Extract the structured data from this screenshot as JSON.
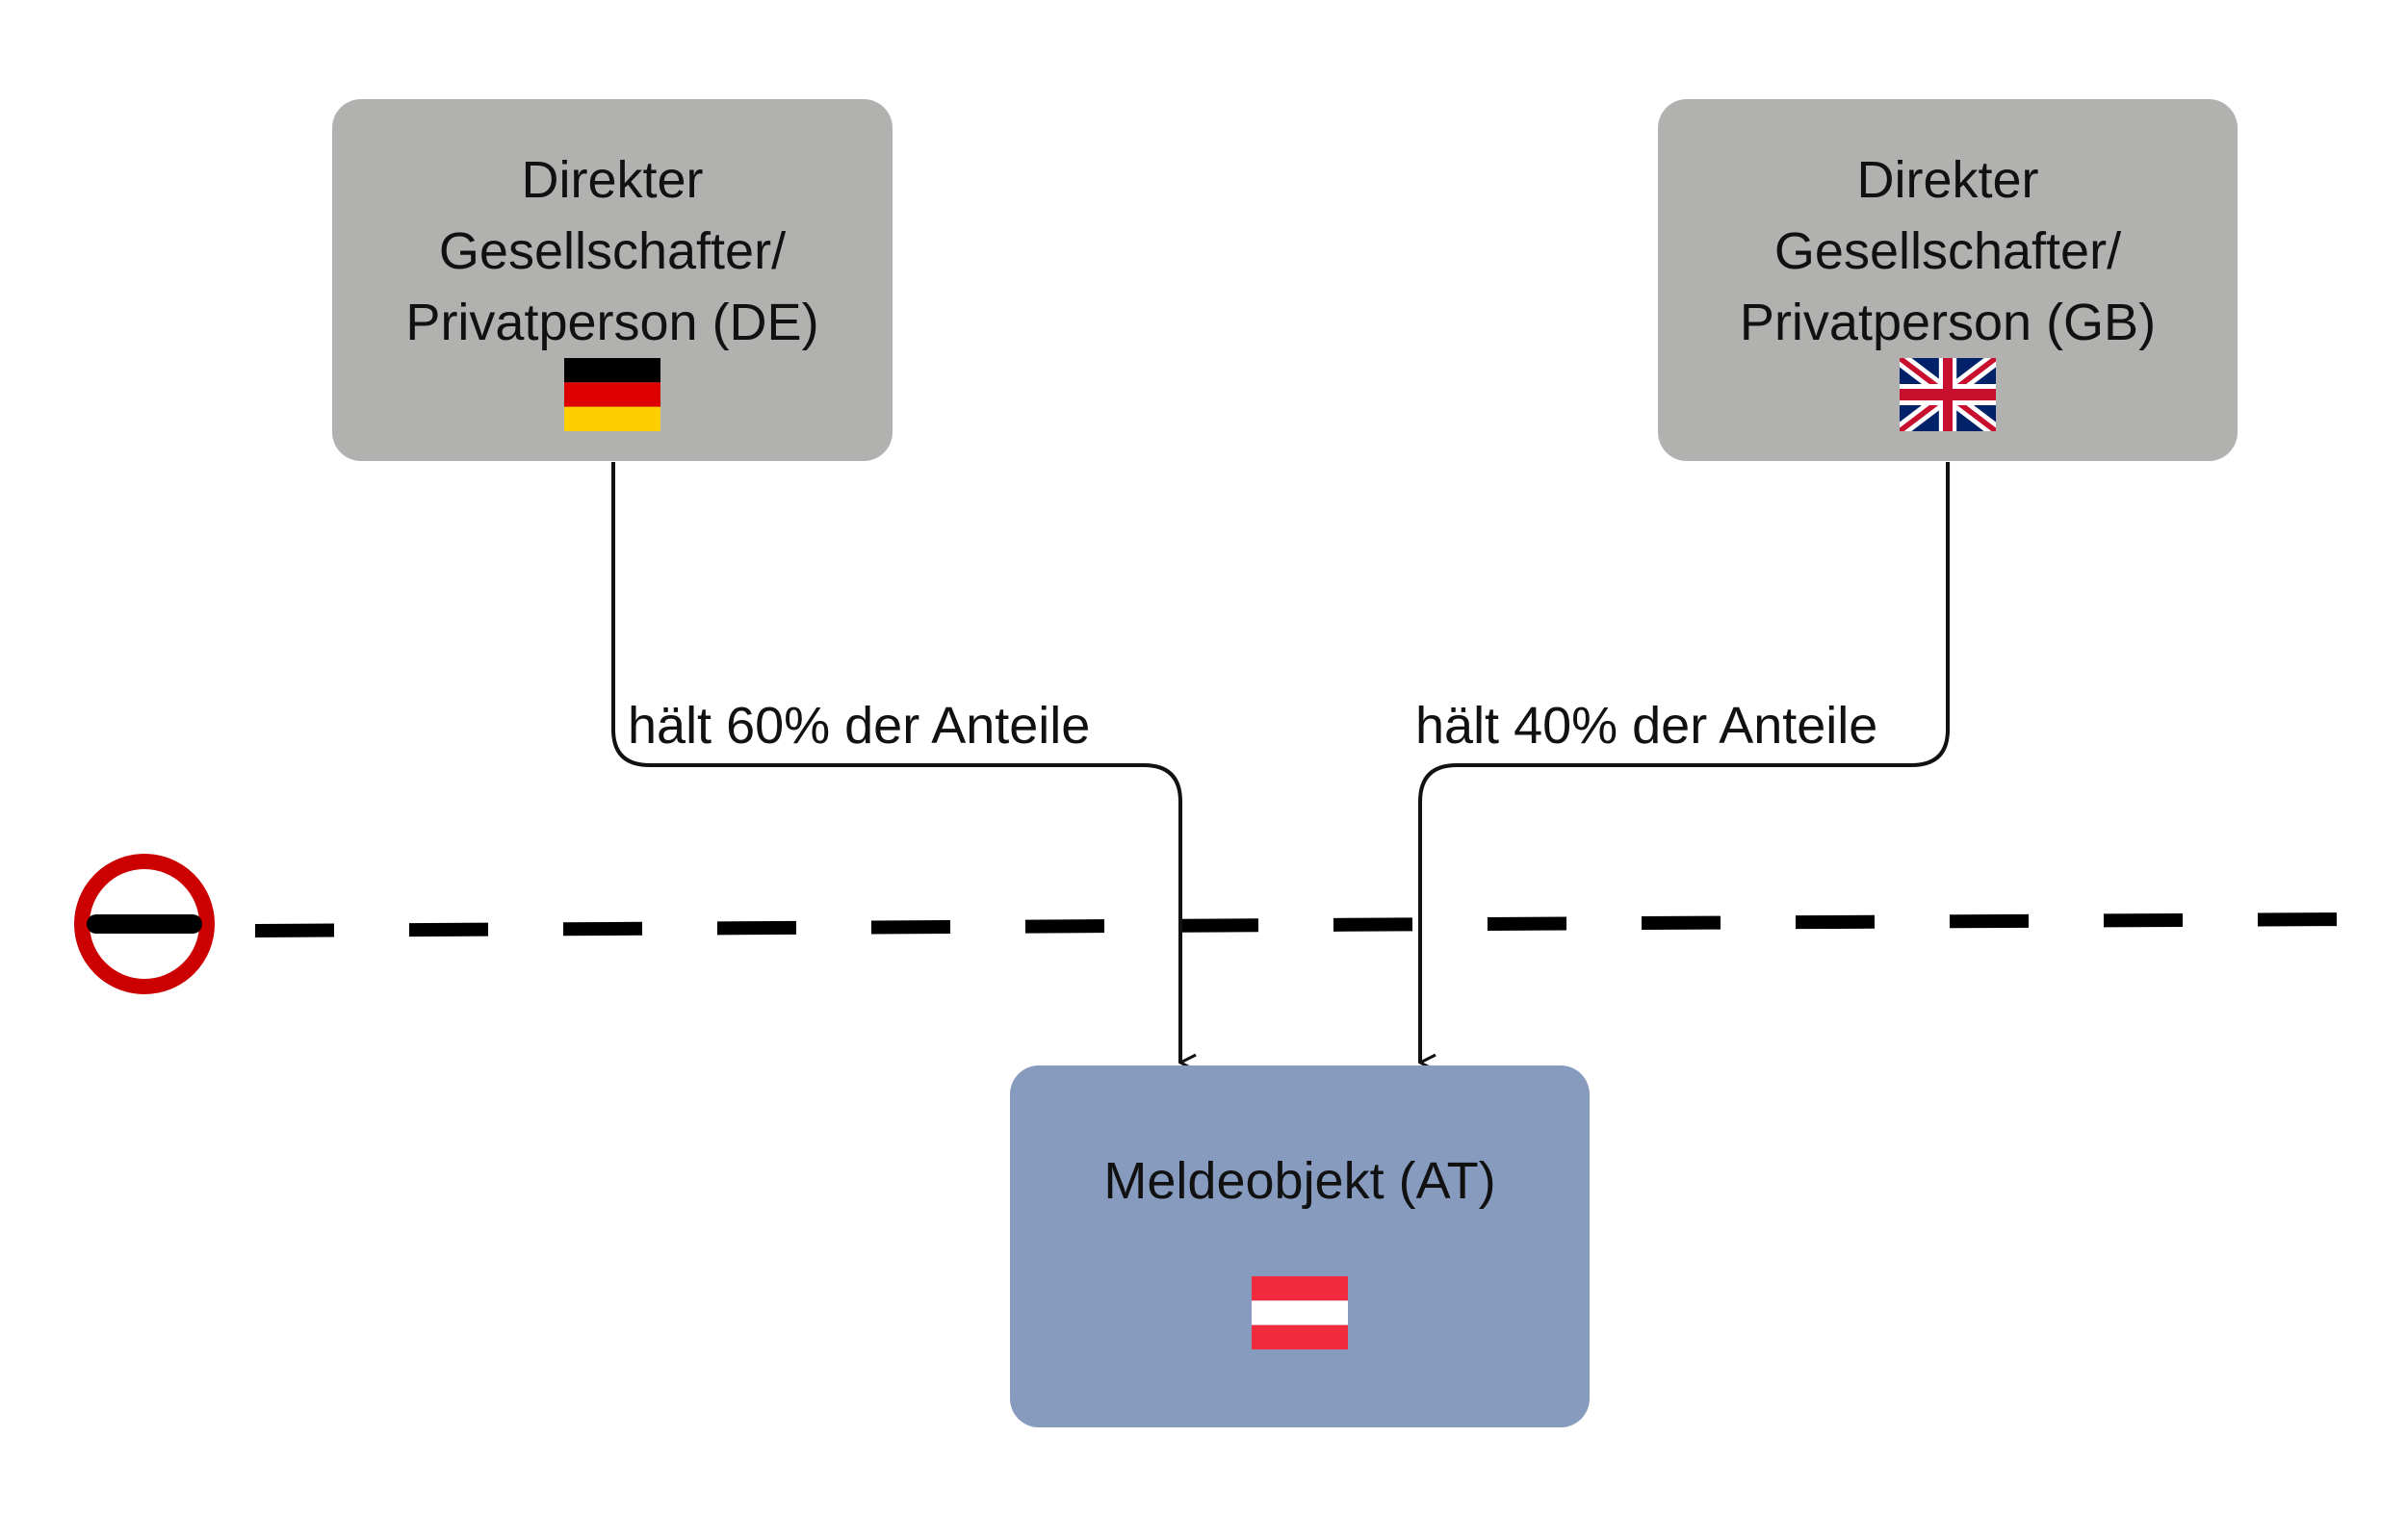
{
  "nodes": {
    "de": {
      "line1": "Direkter",
      "line2": "Gesellschafter/",
      "line3": "Privatperson (DE)",
      "flag": "germany-flag",
      "color": "#b1b1b0"
    },
    "gb": {
      "line1": "Direkter",
      "line2": "Gesellschafter/",
      "line3": "Privatperson (GB)",
      "flag": "uk-flag",
      "color": "#b1b1b0"
    },
    "at": {
      "title": "Meldeobjekt (AT)",
      "flag": "austria-flag",
      "color": "#879bbf"
    }
  },
  "edges": {
    "de_to_at": {
      "label": "hält 60% der Anteile",
      "share_percent": 60
    },
    "gb_to_at": {
      "label": "hält 40% der Anteile",
      "share_percent": 40
    }
  },
  "border_icon": {
    "name": "no-entry-icon",
    "ring_color": "#cc0000"
  }
}
